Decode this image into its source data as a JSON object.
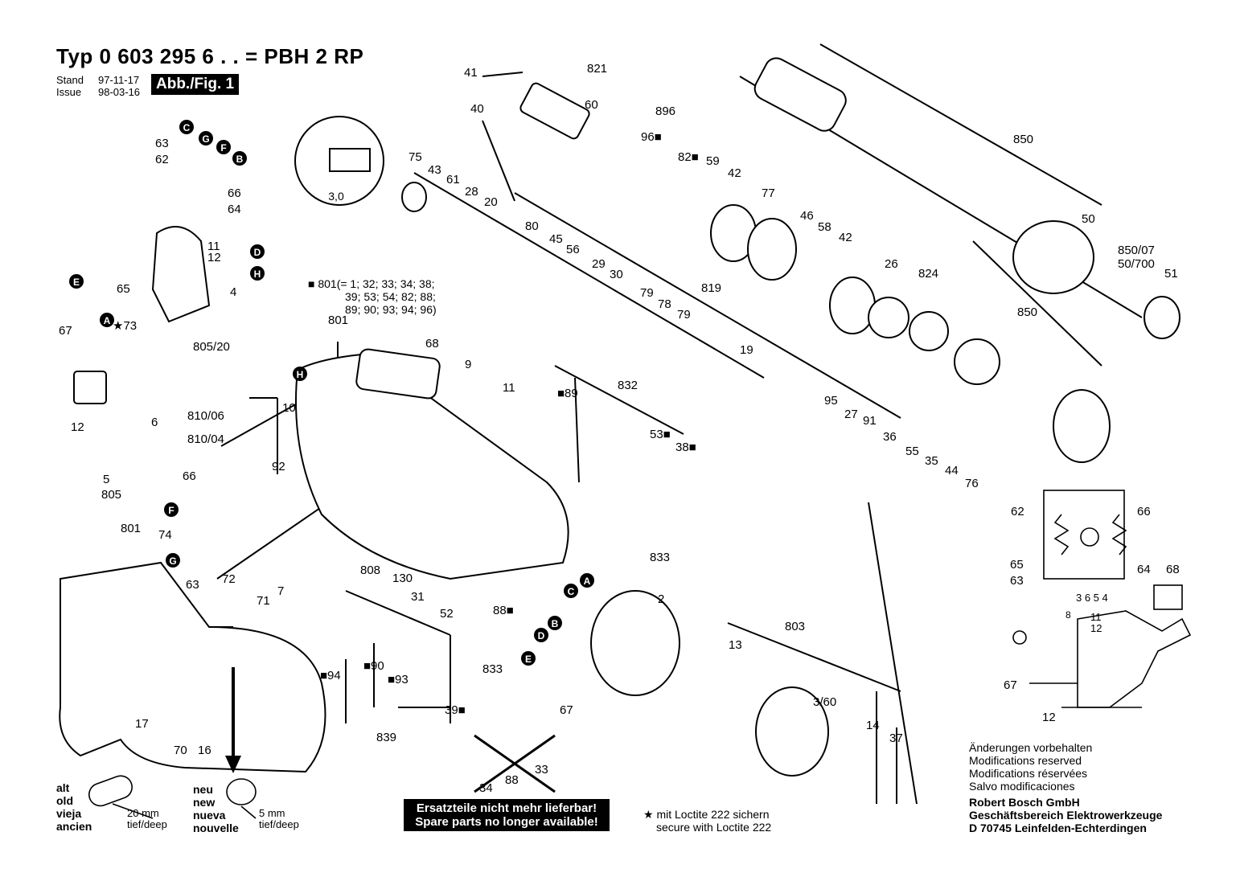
{
  "header": {
    "title": "Typ 0 603 295 6 . .  = PBH 2 RP",
    "stand_label": "Stand",
    "issue_label": "Issue",
    "stand_date": "97-11-17",
    "issue_date": "98-03-16",
    "figure": "Abb./Fig. 1"
  },
  "set_note": {
    "line1": "■ 801(= 1; 32; 33; 34; 38;",
    "line2": "39; 53; 54; 82; 88;",
    "line3": "89; 90; 93; 94; 96)"
  },
  "detail": {
    "dimension": "3,0"
  },
  "parts": [
    {
      "t": "41"
    },
    {
      "t": "821"
    },
    {
      "t": "40"
    },
    {
      "t": "60"
    },
    {
      "t": "896"
    },
    {
      "t": "96■"
    },
    {
      "t": "82■"
    },
    {
      "t": "59"
    },
    {
      "t": "42"
    },
    {
      "t": "77"
    },
    {
      "t": "46"
    },
    {
      "t": "58"
    },
    {
      "t": "42"
    },
    {
      "t": "75"
    },
    {
      "t": "43"
    },
    {
      "t": "61"
    },
    {
      "t": "28"
    },
    {
      "t": "20"
    },
    {
      "t": "80"
    },
    {
      "t": "45"
    },
    {
      "t": "56"
    },
    {
      "t": "29"
    },
    {
      "t": "30"
    },
    {
      "t": "79"
    },
    {
      "t": "78"
    },
    {
      "t": "79"
    },
    {
      "t": "819"
    },
    {
      "t": "19"
    },
    {
      "t": "850"
    },
    {
      "t": "50"
    },
    {
      "t": "850/07"
    },
    {
      "t": "50/700"
    },
    {
      "t": "51"
    },
    {
      "t": "26"
    },
    {
      "t": "824"
    },
    {
      "t": "850"
    },
    {
      "t": "63"
    },
    {
      "t": "62"
    },
    {
      "t": "66"
    },
    {
      "t": "64"
    },
    {
      "t": "11"
    },
    {
      "t": "12"
    },
    {
      "t": "4"
    },
    {
      "t": "65"
    },
    {
      "t": "67"
    },
    {
      "t": "★73"
    },
    {
      "t": "805/20"
    },
    {
      "t": "12"
    },
    {
      "t": "6"
    },
    {
      "t": "5"
    },
    {
      "t": "805"
    },
    {
      "t": "801"
    },
    {
      "t": "68"
    },
    {
      "t": "9"
    },
    {
      "t": "11"
    },
    {
      "t": "■89"
    },
    {
      "t": "832"
    },
    {
      "t": "53■"
    },
    {
      "t": "38■"
    },
    {
      "t": "810/06"
    },
    {
      "t": "10"
    },
    {
      "t": "810/04"
    },
    {
      "t": "92"
    },
    {
      "t": "66"
    },
    {
      "t": "74"
    },
    {
      "t": "63"
    },
    {
      "t": "72"
    },
    {
      "t": "71"
    },
    {
      "t": "7"
    },
    {
      "t": "801"
    },
    {
      "t": "95"
    },
    {
      "t": "27"
    },
    {
      "t": "91"
    },
    {
      "t": "36"
    },
    {
      "t": "55"
    },
    {
      "t": "35"
    },
    {
      "t": "44"
    },
    {
      "t": "76"
    },
    {
      "t": "833"
    },
    {
      "t": "808"
    },
    {
      "t": "130"
    },
    {
      "t": "31"
    },
    {
      "t": "52"
    },
    {
      "t": "88■"
    },
    {
      "t": "833"
    },
    {
      "t": "2"
    },
    {
      "t": "13"
    },
    {
      "t": "803"
    },
    {
      "t": "3/60"
    },
    {
      "t": "67"
    },
    {
      "t": "14"
    },
    {
      "t": "37"
    },
    {
      "t": "■94"
    },
    {
      "t": "■90"
    },
    {
      "t": "■93"
    },
    {
      "t": "39■"
    },
    {
      "t": "839"
    },
    {
      "t": "17"
    },
    {
      "t": "70"
    },
    {
      "t": "16"
    },
    {
      "t": "62"
    },
    {
      "t": "66"
    },
    {
      "t": "65"
    },
    {
      "t": "64"
    },
    {
      "t": "68"
    },
    {
      "t": "63"
    },
    {
      "t": "3 6 5 4"
    },
    {
      "t": "8"
    },
    {
      "t": "11"
    },
    {
      "t": "12"
    },
    {
      "t": "67"
    },
    {
      "t": "12"
    }
  ],
  "letters": [
    "C",
    "G",
    "F",
    "B",
    "D",
    "H",
    "E",
    "A",
    "H",
    "F",
    "G",
    "C",
    "A",
    "B",
    "D",
    "E"
  ],
  "footer": {
    "alt": [
      "alt",
      "old",
      "vieja",
      "ancien"
    ],
    "neu": [
      "neu",
      "new",
      "nueva",
      "nouvelle"
    ],
    "dim_old": [
      "20 mm",
      "tief/deep"
    ],
    "dim_new": [
      "5 mm",
      "tief/deep"
    ],
    "spare_parts": [
      "Ersatzteile nicht mehr lieferbar!",
      "Spare parts no longer available!"
    ],
    "loctite": [
      "★ mit Loctite 222 sichern",
      "secure with Loctite 222"
    ],
    "modifications": [
      "Änderungen vorbehalten",
      "Modifications reserved",
      "Modifications réservées",
      "Salvo modificaciones"
    ],
    "company": [
      "Robert Bosch GmbH",
      "Geschäftsbereich Elektrowerkzeuge",
      "D 70745 Leinfelden-Echterdingen"
    ],
    "crossed_labels": [
      "34",
      "88",
      "33"
    ]
  }
}
